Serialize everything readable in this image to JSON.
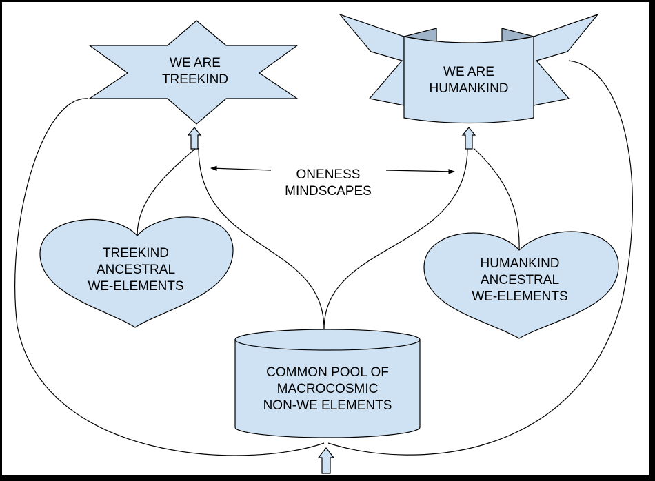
{
  "diagram": {
    "treekind": {
      "line1": "WE ARE",
      "line2": "TREEKIND"
    },
    "humankind": {
      "line1": "WE ARE",
      "line2": "HUMANKIND"
    },
    "oneness": {
      "line1": "ONENESS",
      "line2": "MINDSCAPES"
    },
    "treekind_heart": {
      "line1": "TREEKIND",
      "line2": "ANCESTRAL",
      "line3": "WE-ELEMENTS"
    },
    "humankind_heart": {
      "line1": "HUMANKIND",
      "line2": "ANCESTRAL",
      "line3": "WE-ELEMENTS"
    },
    "pool": {
      "line1": "COMMON POOL OF",
      "line2": "MACROCOSMIC",
      "line3": "NON-WE ELEMENTS"
    }
  },
  "colors": {
    "fill": "#cfe2f3",
    "stroke": "#000000"
  }
}
